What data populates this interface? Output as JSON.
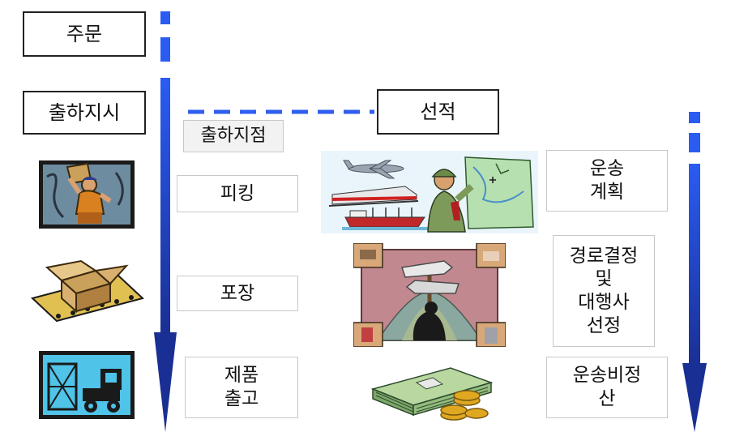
{
  "colors": {
    "arrow_top": "#2a5cf2",
    "arrow_bottom": "#1a2f94",
    "dash": "#2f5ef0",
    "box_border_dark": "#222222",
    "box_border_light": "#c8c8c8"
  },
  "left_column": {
    "order": "주문",
    "shipping_instruction": "출하지시"
  },
  "middle_column": {
    "shipping_point": "출하지점",
    "picking": "피킹",
    "packing": "포장",
    "goods_issue": "제품\n출고"
  },
  "center": {
    "loading": "선적"
  },
  "right_column": {
    "transport_planning": "운송\n계획",
    "route_carrier": "경로결정\n및\n대행사\n선정",
    "freight_cost": "운송비정\n산"
  },
  "icons": {
    "worker": "worker-carrying-box-icon",
    "packing": "open-box-conveyor-icon",
    "warehouse": "warehouse-truck-icon",
    "transport": "plane-train-ship-soldier-map-icon",
    "crossroads": "crossroads-signpost-icon",
    "money": "cash-and-coins-icon"
  }
}
